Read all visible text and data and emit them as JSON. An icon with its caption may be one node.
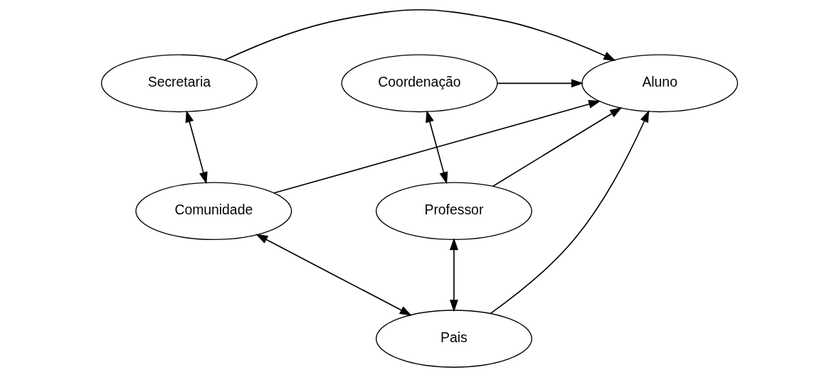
{
  "diagram": {
    "nodes": [
      {
        "text": [
          "Secretaria"
        ]
      },
      {
        "text": [
          "Aluno"
        ]
      },
      {
        "text": [
          "Coordenação"
        ]
      },
      {
        "text": [
          "Comunidade"
        ]
      },
      {
        "text": [
          "Professor"
        ]
      },
      {
        "text": [
          "Pais"
        ]
      }
    ],
    "edges": [
      {
        "from": 0,
        "to": 1,
        "arrow": "to"
      },
      {
        "from": 2,
        "to": 1,
        "arrow": "to"
      },
      {
        "from": 0,
        "to": 3,
        "arrow": "both"
      },
      {
        "from": 2,
        "to": 4,
        "arrow": "both"
      },
      {
        "from": 3,
        "to": 1,
        "arrow": "to"
      },
      {
        "from": 5,
        "to": 1,
        "arrow": "to"
      },
      {
        "from": 4,
        "to": 1,
        "arrow": "to"
      },
      {
        "from": 3,
        "to": 5,
        "arrow": "both"
      },
      {
        "from": 5,
        "to": 4,
        "arrow": "both"
      }
    ]
  }
}
